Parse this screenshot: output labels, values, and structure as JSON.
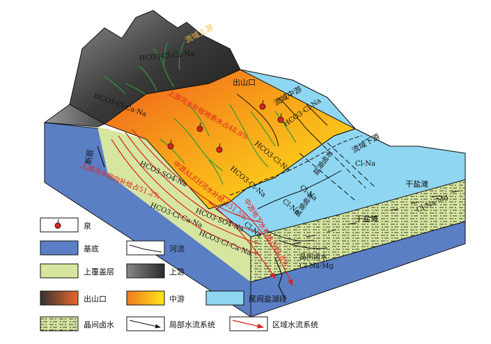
{
  "labels": {
    "basin_upstream": "流域上游",
    "basin_midstream": "流域中游",
    "basin_downstream": "流域下游",
    "mountain_outlet": "出山口",
    "fault": "断层",
    "dry_salt_flat_1": "干盐滩",
    "dry_salt_flat_2": "干盐滩",
    "salt_lake_brine_1": "盐湖卤水",
    "salt_lake_brine_2": "盐湖卤水",
    "intercrystalline_brine": "晶间卤水",
    "hydrochem": [
      "HCO3·Cl-Ca·Na",
      "HCO3·Cl-Ca·Na",
      "HCO3·Cl-Na",
      "HCO3·Cl-Na",
      "HCO3·Cl-Na",
      "HCO3·SO4-Na",
      "HCO3·Cl-Ca·Na",
      "HCO3·SO4-Na",
      "HCO3·Cl-Ca·Na",
      "Cl-Na",
      "Cl-Na",
      "Cl-Na",
      "Cl-Na",
      "Cl-Na·Mg",
      "Cl-Na·Mg"
    ],
    "red_annotations": [
      "上游河水补给地表水占48.8%",
      "中游ALEH河水补给占51.5%",
      "上游河水侧向补给占51.2%",
      "中游地下水补给占44.8%"
    ]
  },
  "legend": {
    "spring": "泉",
    "basement": "基底",
    "river": "河流",
    "overburden": "上覆盖层",
    "upstream": "上游",
    "outlet": "出山口",
    "midstream": "中游",
    "tail_lake": "尾闾盐湖段",
    "interbrine": "晶间卤水",
    "local_flow": "局部水流系统",
    "regional_flow": "区域水流系统"
  },
  "colors": {
    "basement": "#5b7fc4",
    "overburden": "#d6e6a0",
    "tail_lake": "#8fd6f2",
    "regional_flow": "#e02020",
    "river": "#2e9a3a",
    "spring": "#e02020"
  }
}
